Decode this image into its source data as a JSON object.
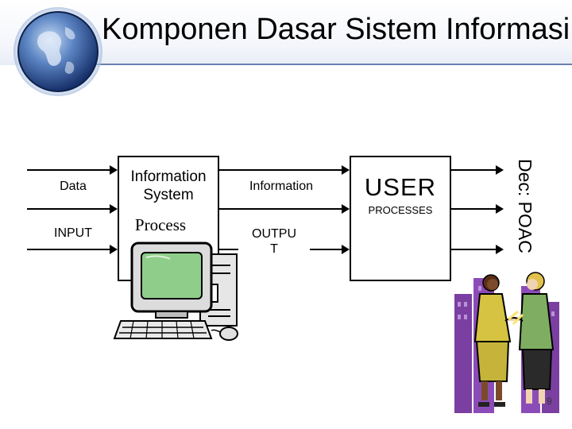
{
  "title": "Komponen Dasar Sistem Informasi",
  "diagram": {
    "input_data": "Data",
    "input_label": "INPUT",
    "process_title_line1": "Information",
    "process_title_line2": "System",
    "process_label": "Process",
    "output_data": "Information",
    "output_label_line1": "OUTPU",
    "output_label_line2": "T",
    "user_title": "USER",
    "user_subtitle": "PROCESSES",
    "side_label": "Dec: POAC"
  },
  "page_number": "9",
  "icons": [
    "globe-icon",
    "computer-clipart",
    "business-handshake-clipart"
  ],
  "colors": {
    "header_rule": "#6b7fb0",
    "monitor_screen": "#8fce8a",
    "clipart_background": "#7a3fa0"
  }
}
